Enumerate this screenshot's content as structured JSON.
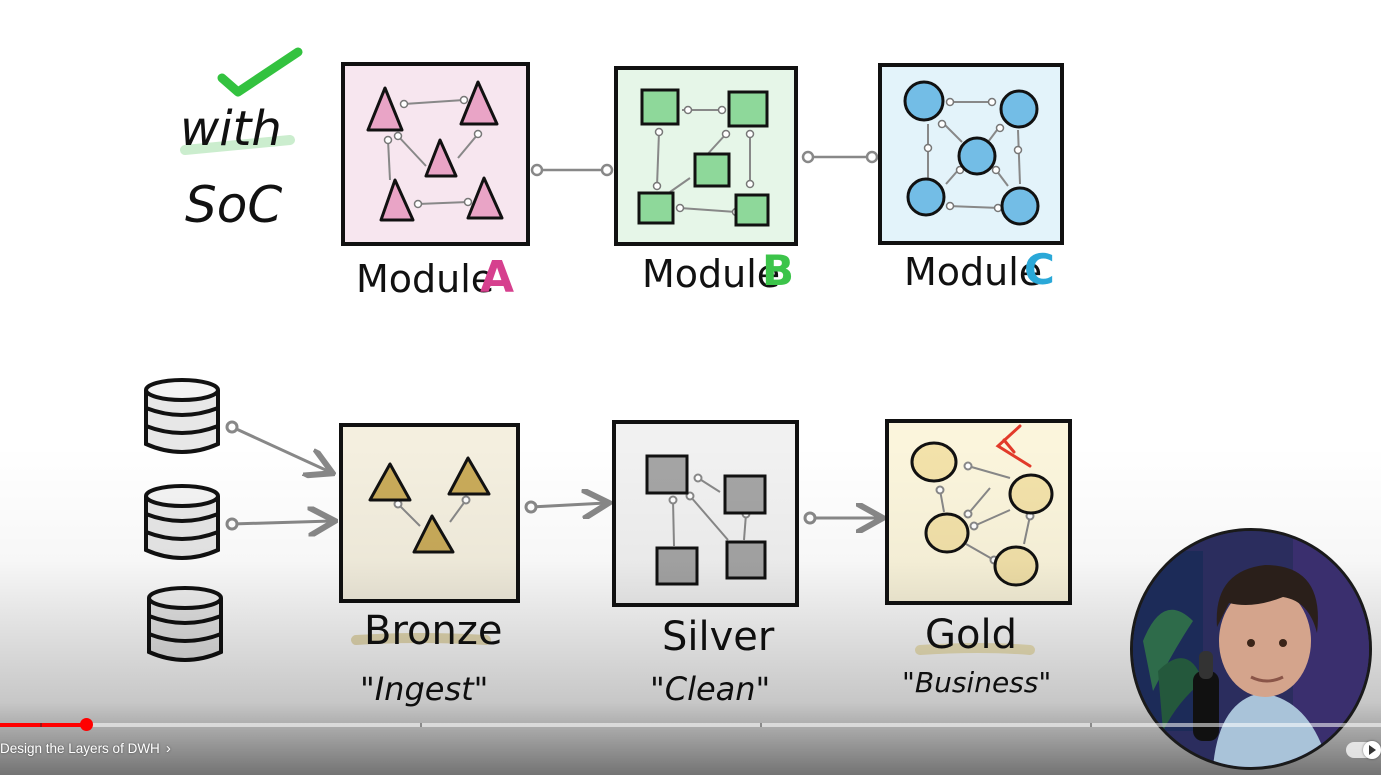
{
  "diagram": {
    "with_label": "with",
    "soc_label": "SoC",
    "modules": [
      {
        "name": "Module",
        "letter": "A",
        "letter_color": "#d6408e",
        "shape": "triangle",
        "fill": "#e9a4c6",
        "box_bg": "#f7e6ef"
      },
      {
        "name": "Module",
        "letter": "B",
        "letter_color": "#3cc44a",
        "shape": "square",
        "fill": "#8ed89a",
        "box_bg": "#e6f6e8"
      },
      {
        "name": "Module",
        "letter": "C",
        "letter_color": "#2aa8d8",
        "shape": "circle",
        "fill": "#73bde6",
        "box_bg": "#e3f3fa"
      }
    ],
    "layers": [
      {
        "name": "Bronze",
        "tagline": "\"Ingest\"",
        "shape": "triangle",
        "fill": "#c9ab5a",
        "box_bg": "#f4efdf"
      },
      {
        "name": "Silver",
        "tagline": "\"Clean\"",
        "shape": "square",
        "fill": "#a5a5a5",
        "box_bg": "#f1f1f1"
      },
      {
        "name": "Gold",
        "tagline": "\"Business\"",
        "shape": "circle",
        "fill": "#f3e2aa",
        "box_bg": "#fbf5dc"
      }
    ],
    "checkmark_color": "#33c23f",
    "annotation_color": "#e23a2a"
  },
  "player": {
    "chapter_title": "Design the Layers of DWH",
    "chapter_chevron": "›",
    "progress_percent": 6.2,
    "autoplay_on": true,
    "accent_color": "#ff0000"
  },
  "icons": {
    "chapter_chevron": "chevron-right-icon",
    "autoplay": "autoplay-toggle-icon",
    "source": "database-icon"
  }
}
